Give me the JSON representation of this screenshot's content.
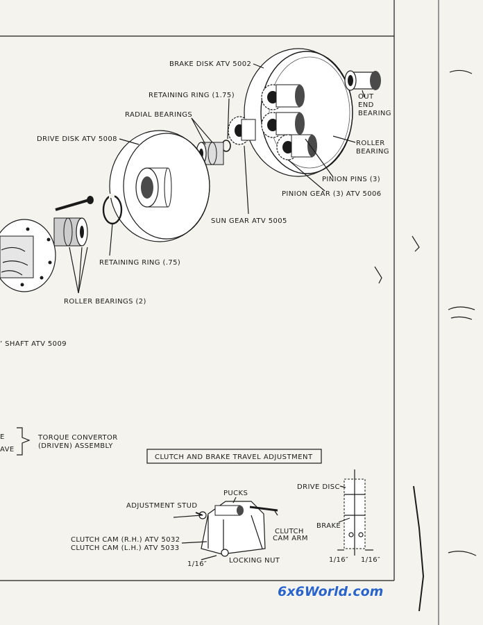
{
  "labels": {
    "brake_disk": "BRAKE DISK ATV 5002",
    "retaining_ring_175": "RETAINING RING (1.75)",
    "radial_bearings": "RADIAL BEARINGS",
    "drive_disk": "DRIVE DISK ATV 5008",
    "out_end_bearing_1": "OUT",
    "out_end_bearing_2": "END",
    "out_end_bearing_3": "BEARING",
    "roller_bearing_1": "ROLLER",
    "roller_bearing_2": "BEARING",
    "pinion_pins": "PINION PINS (3)",
    "pinion_gear": "PINION GEAR (3) ATV 5006",
    "sun_gear": "SUN GEAR ATV 5005",
    "retaining_ring_75": "RETAINING RING (.75)",
    "roller_bearings": "ROLLER BEARINGS (2)",
    "shaft": "’ SHAFT ATV 5009",
    "torque_left_1": "E",
    "torque_left_2": "AVE",
    "torque_convertor_1": "TORQUE CONVERTOR",
    "torque_convertor_2": "(DRIVEN) ASSEMBLY",
    "clutch_brake_title": "CLUTCH AND BRAKE TRAVEL ADJUSTMENT",
    "adjustment_stud": "ADJUSTMENT STUD",
    "pucks": "PUCKS",
    "clutch_cam_arm_1": "CLUTCH",
    "clutch_cam_arm_2": "CAM ARM",
    "clutch_cam_rh": "CLUTCH CAM (R.H.) ATV 5032",
    "clutch_cam_lh": "CLUTCH CAM (L.H.) ATV 5033",
    "dim_left": "1/16″",
    "locking_nut": "LOCKING NUT",
    "drive_disc": "DRIVE DISC",
    "brake": "BRAKE",
    "dim_a": "1/16″",
    "dim_b": "1/16″"
  },
  "watermark": "6x6World.com",
  "colors": {
    "paper": "#f4f3ee",
    "ink": "#1a1a1a",
    "watermark": "#2a63c9"
  }
}
